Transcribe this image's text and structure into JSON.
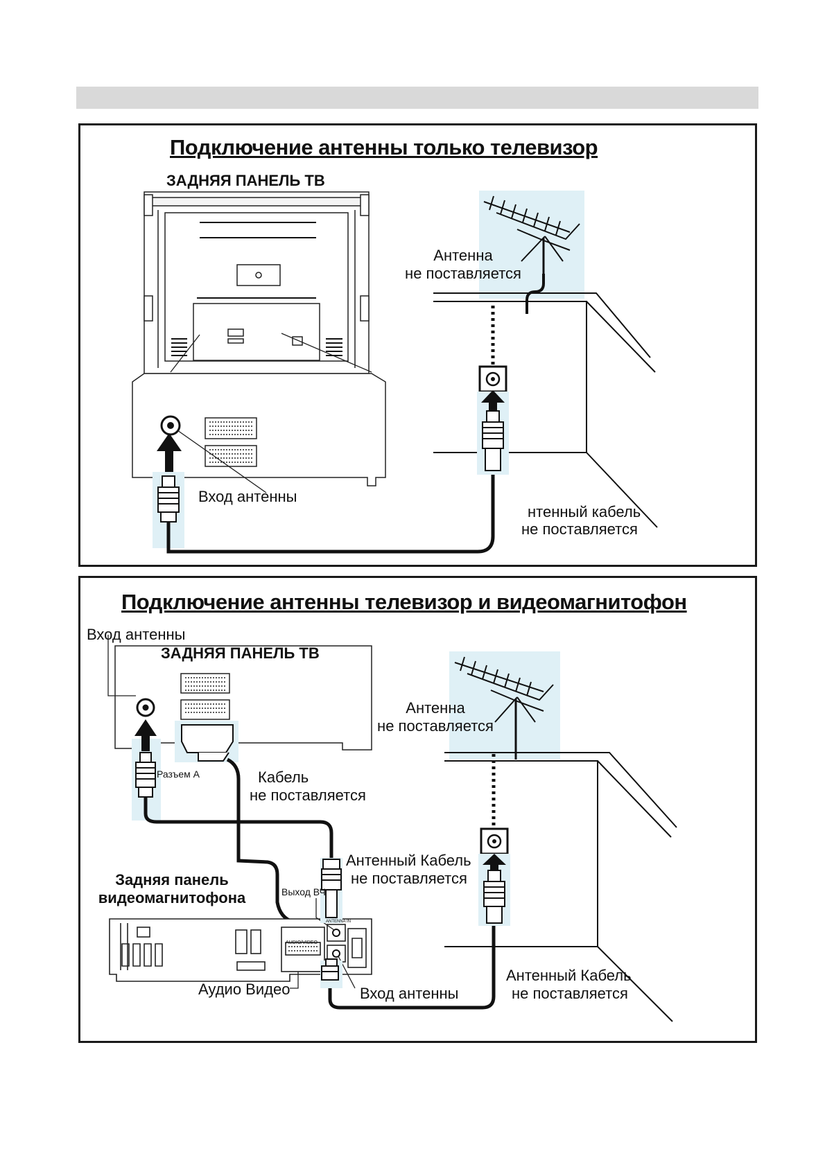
{
  "panel1": {
    "title": "Подключение антенны  только телевизор",
    "tv_rear_label": "ЗАДНЯЯ ПАНЕЛЬ ТВ",
    "antenna_label": [
      "Антенна",
      "не поставляется"
    ],
    "antenna_input": "Вход  антенны",
    "cable_label": [
      "нтенный кабель",
      "не поставляется"
    ]
  },
  "panel2": {
    "title": "Подключение антенны   телевизор и видеомагнитофон",
    "antenna_input_tv": "Вход  антенны",
    "tv_rear_label": "ЗАДНЯЯ ПАНЕЛЬ ТВ",
    "connector_a": "Разъем А",
    "cable_label": [
      "Кабель",
      "не поставляется"
    ],
    "antenna_label": [
      "Антенна",
      "не поставляется"
    ],
    "vcr_rear_label": [
      "Задняя панель",
      "видеомагнитофона"
    ],
    "rf_out": "Выход ВЧ",
    "antenna_cable_1": [
      "Антенный Кабель",
      "не поставляется"
    ],
    "audio_video": "Аудио Видео",
    "antenna_input_vcr": "Вход  антенны",
    "antenna_cable_2": [
      "Антенный Кабель",
      "не поставляется"
    ],
    "vcr_socket_audio_video": "AUDIO/VIDEO",
    "vcr_socket_antenna": "ANTENNA IN"
  },
  "colors": {
    "highlight": "#dff0f6",
    "line": "#1a1a1a",
    "header_bar": "#d9d9d9"
  }
}
